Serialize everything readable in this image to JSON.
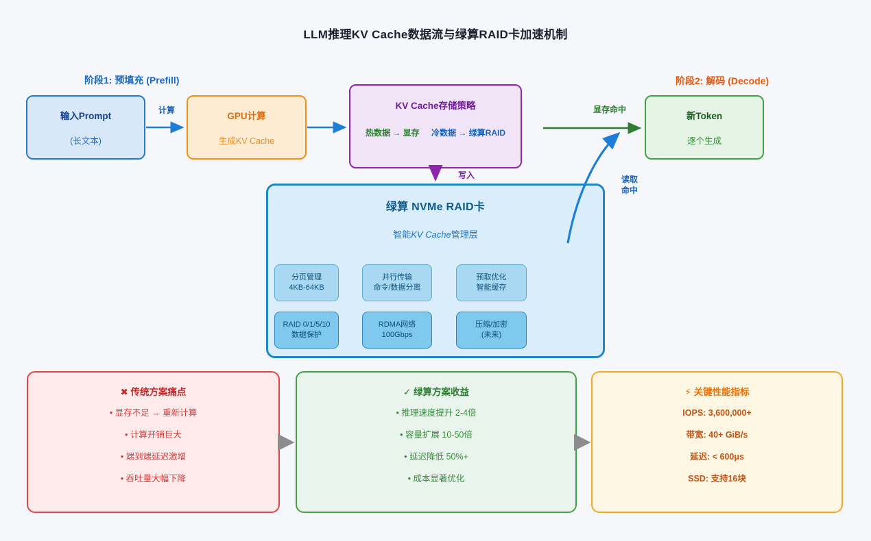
{
  "title": "LLM推理KV Cache数据流与绿算RAID卡加速机制",
  "stages": {
    "stage1": "阶段1: 预填充 (Prefill)",
    "stage2": "阶段2: 解码 (Decode)"
  },
  "nodes": {
    "prompt": {
      "title": "输入Prompt",
      "subtitle": "(长文本)"
    },
    "gpu": {
      "title": "GPU计算",
      "subtitle": "生成KV Cache"
    },
    "kvcache": {
      "title": "KV Cache存储策略",
      "hot": "热数据 → 显存",
      "cold": "冷数据 → 绿算RAID"
    },
    "token": {
      "title": "新Token",
      "subtitle": "逐个生成"
    },
    "raid": {
      "title": "绿算 NVMe RAID卡",
      "subtitle_prefix": "智能",
      "subtitle_italic": "KV Cache",
      "subtitle_suffix": "管理层",
      "features": [
        {
          "line1": "分页管理",
          "line2": "4KB-64KB"
        },
        {
          "line1": "并行传输",
          "line2": "命令/数据分离"
        },
        {
          "line1": "预取优化",
          "line2": "智能缓存"
        },
        {
          "line1": "RAID 0/1/5/10",
          "line2": "数据保护"
        },
        {
          "line1": "RDMA网络",
          "line2": "100Gbps"
        },
        {
          "line1": "压缩/加密",
          "line2": "(未来)"
        }
      ]
    }
  },
  "edges": {
    "compute": "计算",
    "write": "写入",
    "vram_hit": "显存命中",
    "read_hit_line1": "读取",
    "read_hit_line2": "命中"
  },
  "panels": {
    "pain": {
      "icon": "✖",
      "title": "传统方案痛点",
      "items": [
        "• 显存不足 → 重新计算",
        "• 计算开销巨大",
        "• 端到端延迟激增",
        "• 吞吐量大幅下降"
      ]
    },
    "benefit": {
      "icon": "✓",
      "title": "绿算方案收益",
      "items": [
        "• 推理速度提升 2-4倍",
        "• 容量扩展 10-50倍",
        "• 延迟降低 50%+",
        "• 成本显著优化"
      ]
    },
    "metrics": {
      "icon": "⚡",
      "title": "关键性能指标",
      "items": [
        "IOPS: 3,600,000+",
        "带宽: 40+ GiB/s",
        "延迟: < 600μs",
        "SSD: 支持16块"
      ]
    }
  },
  "colors": {
    "background": "#f6f7fa",
    "arrow_blue": "#1c7ed6",
    "arrow_purple": "#8e24aa",
    "arrow_green": "#2e7d32",
    "arrow_gray": "#8c8c8c",
    "accent_orange": "#f39019",
    "accent_red": "#e04444",
    "accent_yellow": "#f5a821"
  }
}
